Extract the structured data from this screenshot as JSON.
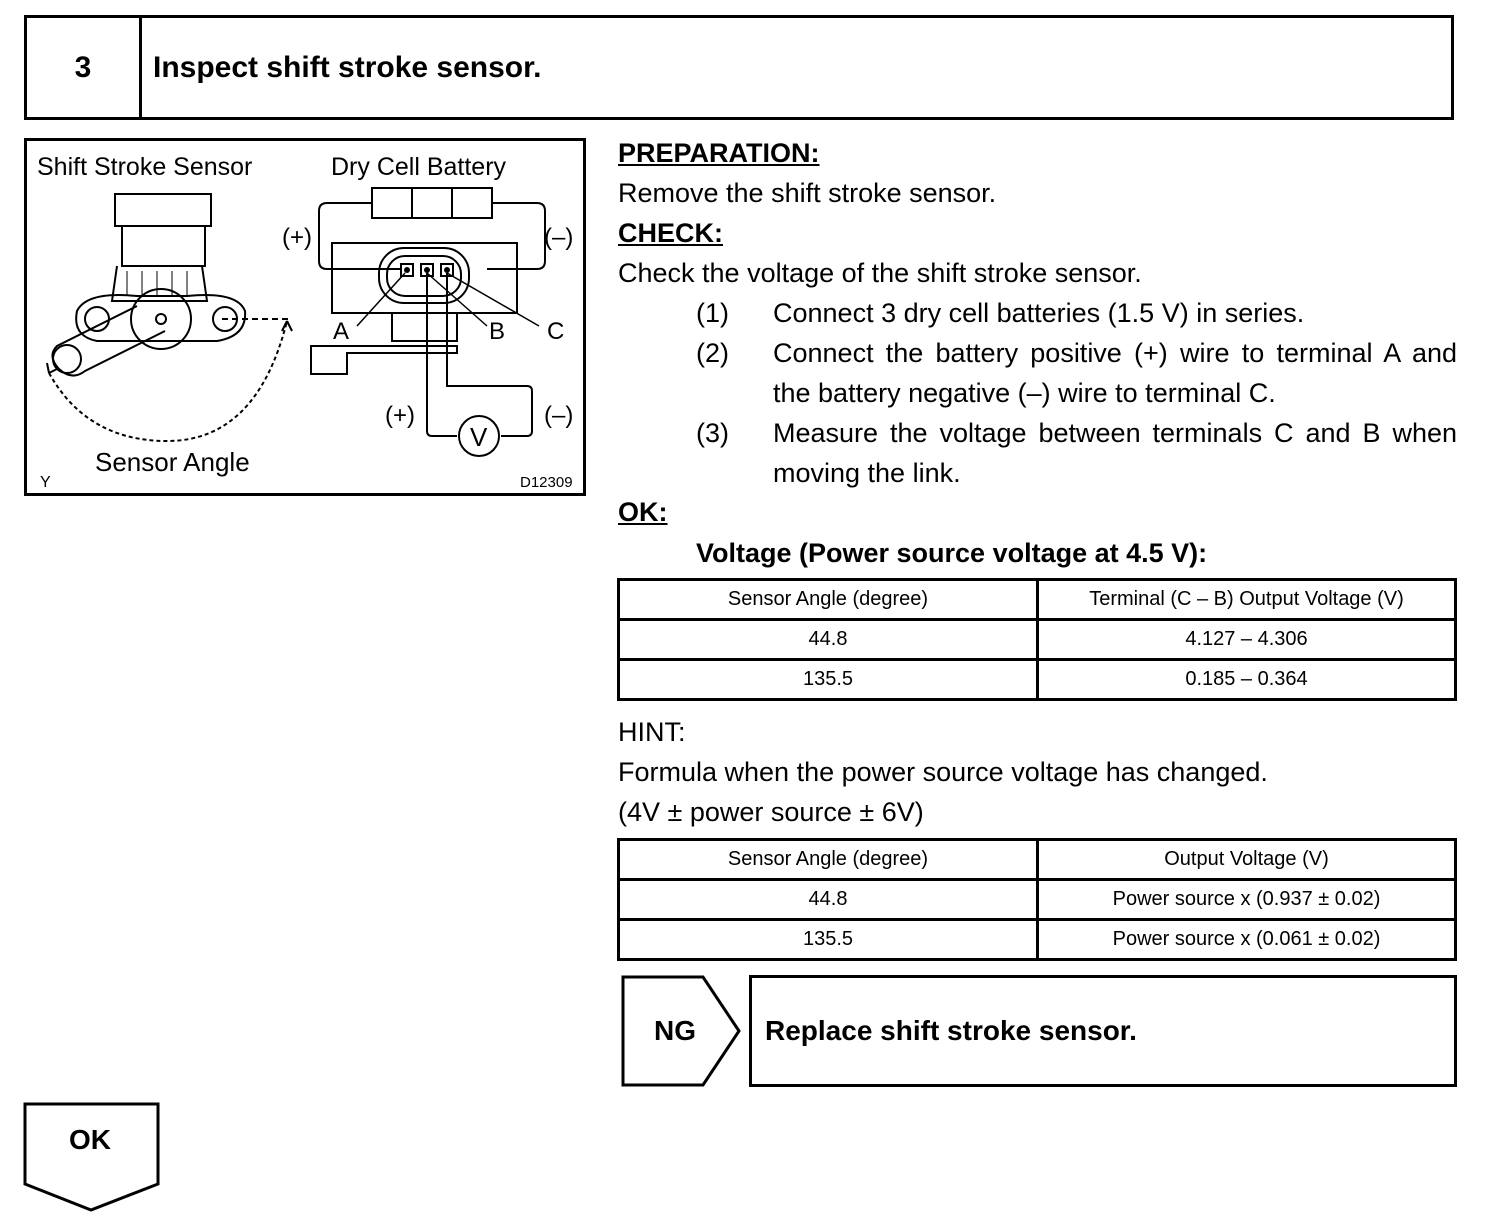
{
  "step": {
    "number": "3",
    "title": "Inspect shift stroke sensor."
  },
  "figure": {
    "label_sensor": "Shift Stroke Sensor",
    "label_battery": "Dry Cell Battery",
    "label_angle": "Sensor Angle",
    "plus_top": "(+)",
    "minus_top": "(–)",
    "plus_bottom": "(+)",
    "minus_bottom": "(–)",
    "terminal_a": "A",
    "terminal_b": "B",
    "terminal_c": "C",
    "voltmeter": "V",
    "corner_mark": "Y",
    "figure_id": "D12309"
  },
  "preparation": {
    "heading": "PREPARATION:",
    "text": "Remove the shift stroke sensor."
  },
  "check": {
    "heading": "CHECK:",
    "text": "Check the voltage of the shift stroke sensor.",
    "steps": [
      {
        "no": "(1)",
        "text": "Connect 3 dry cell batteries (1.5 V) in series."
      },
      {
        "no": "(2)",
        "text": "Connect the battery positive (+) wire to terminal A and the battery negative (–) wire to terminal C."
      },
      {
        "no": "(3)",
        "text": "Measure the voltage between terminals C and B when moving the link."
      }
    ]
  },
  "ok": {
    "heading": "OK:",
    "subheading": "Voltage (Power source voltage at 4.5 V):"
  },
  "table1": {
    "headers": [
      "Sensor Angle (degree)",
      "Terminal (C – B) Output Voltage (V)"
    ],
    "rows": [
      [
        "44.8",
        "4.127 – 4.306"
      ],
      [
        "135.5",
        "0.185 – 0.364"
      ]
    ]
  },
  "hint": {
    "heading": "HINT:",
    "line1": "Formula when the power source voltage has changed.",
    "line2": "(4V ± power source ± 6V)"
  },
  "table2": {
    "headers": [
      "Sensor Angle (degree)",
      "Output Voltage (V)"
    ],
    "rows": [
      [
        "44.8",
        "Power source x (0.937 ± 0.02)"
      ],
      [
        "135.5",
        "Power source x (0.061 ± 0.02)"
      ]
    ]
  },
  "ng": {
    "label": "NG",
    "action": "Replace shift stroke sensor."
  },
  "ok_flow": {
    "label": "OK"
  }
}
